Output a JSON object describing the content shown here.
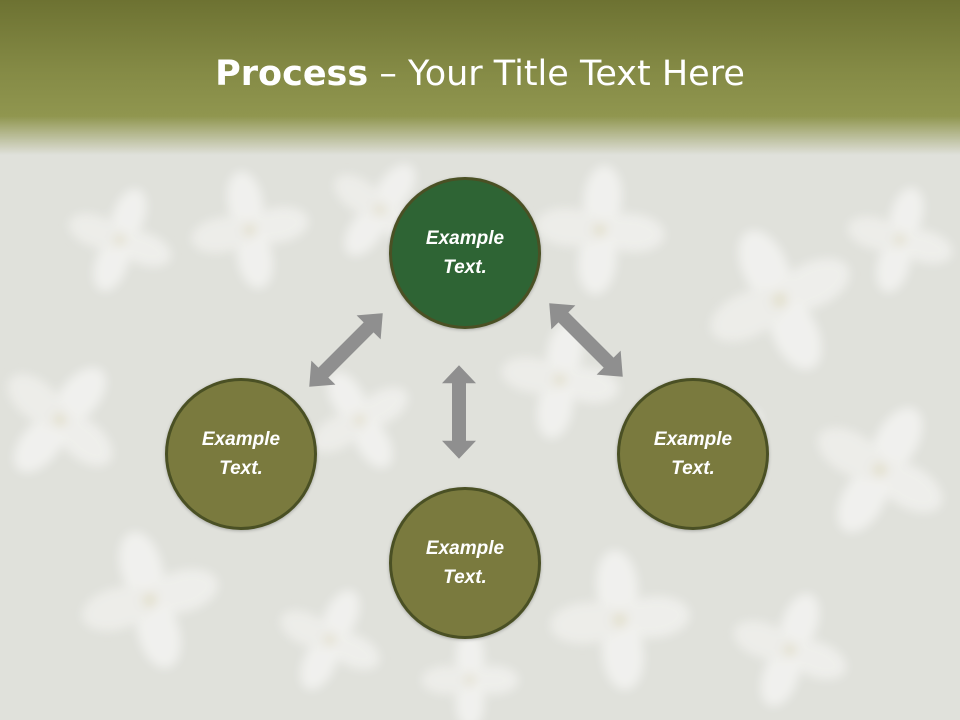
{
  "slide": {
    "title_bold": "Process",
    "title_rest": " – Your Title Text Here"
  },
  "nodes": [
    {
      "id": "top",
      "line1": "Example",
      "line2": "Text.",
      "color": "#2e6434"
    },
    {
      "id": "left",
      "line1": "Example",
      "line2": "Text.",
      "color": "#7a7a3e"
    },
    {
      "id": "right",
      "line1": "Example",
      "line2": "Text.",
      "color": "#7a7a3e"
    },
    {
      "id": "bottom",
      "line1": "Example",
      "line2": "Text.",
      "color": "#7a7a3e"
    }
  ],
  "colors": {
    "title_band": "#848a45",
    "node_border": "#4a5024",
    "arrow": "#8f8f8f"
  }
}
